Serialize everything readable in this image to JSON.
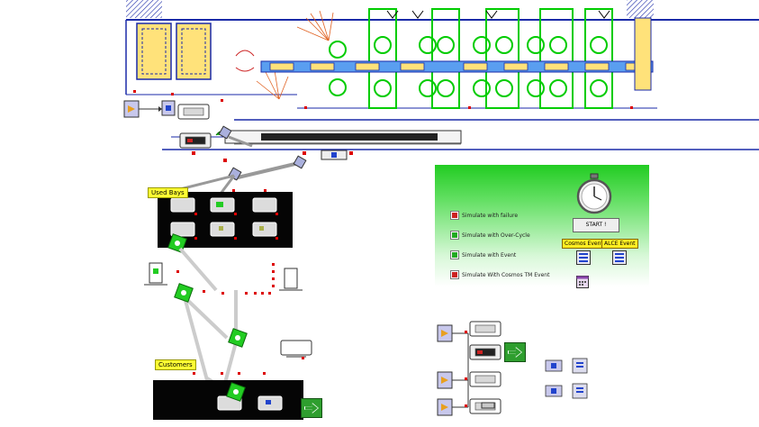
{
  "labels": {
    "used_bays": "Used Bays",
    "customers": "Customers"
  },
  "panel": {
    "options": [
      {
        "label": "Simulate with failure",
        "icon": "failure-sim-icon"
      },
      {
        "label": "Simulate with Over-Cycle",
        "icon": "over-cycle-sim-icon"
      },
      {
        "label": "Simulate with Event",
        "icon": "event-sim-icon"
      },
      {
        "label": "Simulate With Cosmos TM Event",
        "icon": "cosmos-sim-icon"
      }
    ],
    "start_label": "START !",
    "cosmos_event_label": "Cosmos Event",
    "alce_event_label": "ALCE Event"
  },
  "colors": {
    "accent_green": "#22cc22",
    "layout_blue": "#1a2aa8",
    "machine_green": "#00cc00",
    "marker_red": "#dd0000",
    "label_yellow": "#ffff33"
  }
}
